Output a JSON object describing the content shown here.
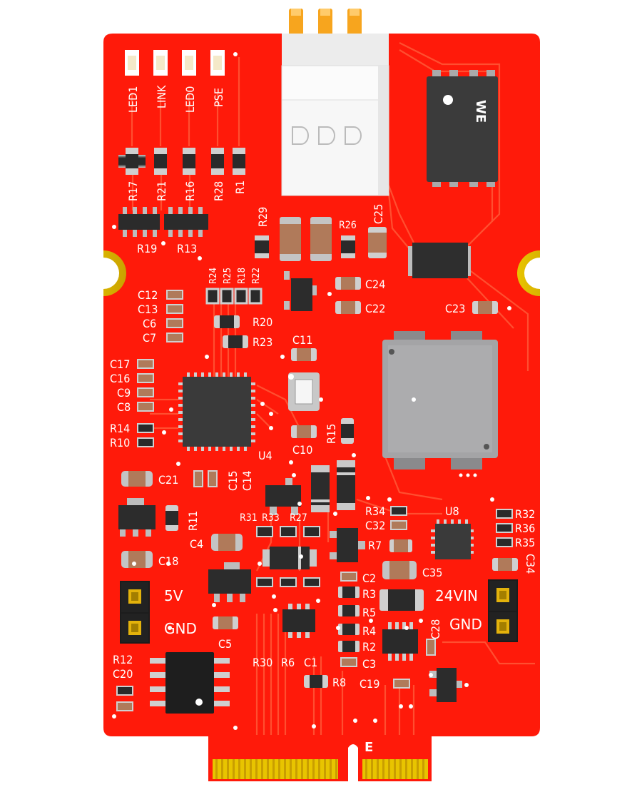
{
  "board": {
    "colors": {
      "pcb": "#ff1a0a",
      "trace": "#ff5030",
      "silk": "#ffffff",
      "ic": "#3a3a3a",
      "gold": "#d9b400",
      "orange_pins": "#f7a51e",
      "inductor": "#9a9a9c"
    },
    "led_labels": [
      "LED1",
      "LINK",
      "LED0",
      "PSE"
    ],
    "resistor_row_labels": [
      "R17",
      "R21",
      "R16",
      "R28",
      "R1"
    ],
    "labels": {
      "r19": "R19",
      "r13": "R13",
      "r29": "R29",
      "r26": "R26",
      "c25": "C25",
      "r24": "R24",
      "r25": "R25",
      "r18": "R18",
      "r22": "R22",
      "c24": "C24",
      "c22": "C22",
      "c23": "C23",
      "c12": "C12",
      "c13": "C13",
      "c6": "C6",
      "c7": "C7",
      "r20": "R20",
      "r23": "R23",
      "c11": "C11",
      "c17": "C17",
      "c16": "C16",
      "c9": "C9",
      "c8": "C8",
      "r14": "R14",
      "r10": "R10",
      "r15": "R15",
      "c10": "C10",
      "u4": "U4",
      "c21": "C21",
      "c15": "C15",
      "c14": "C14",
      "r11": "R11",
      "r31": "R31",
      "r33": "R33",
      "r27": "R27",
      "r34": "R34",
      "c32": "C32",
      "u8": "U8",
      "r32": "R32",
      "r36": "R36",
      "r35": "R35",
      "c4": "C4",
      "c18": "C18",
      "r7": "R7",
      "c2": "C2",
      "c35": "C35",
      "c34": "C34",
      "r3": "R3",
      "r5": "R5",
      "r4": "R4",
      "r2": "R2",
      "c3": "C3",
      "c28": "C28",
      "v5": "5V",
      "gnd_left": "GND",
      "v24in": "24VIN",
      "gnd_right": "GND",
      "c5": "C5",
      "r12": "R12",
      "c20": "C20",
      "r30": "R30",
      "r6": "R6",
      "c1": "C1",
      "r8": "R8",
      "c19": "C19",
      "edge_e": "E",
      "we_logo": "WE"
    }
  }
}
